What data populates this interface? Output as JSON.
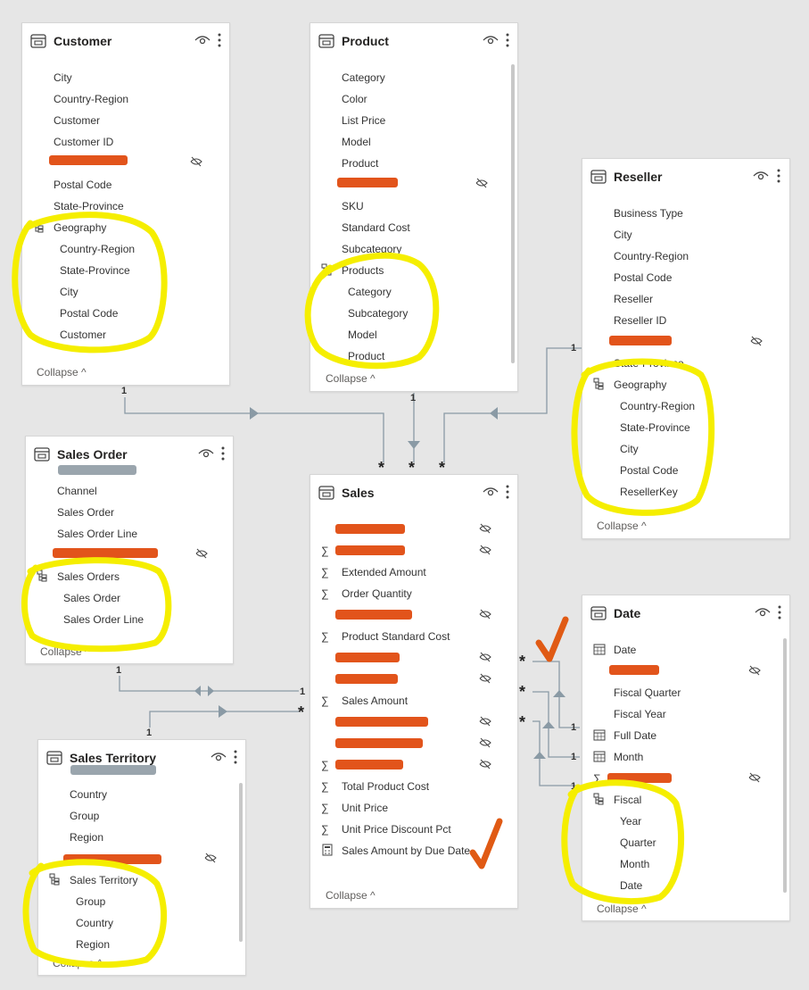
{
  "colors": {
    "highlight": "#f5ee00",
    "redaction": "#e2541b",
    "greyout": "#9aa5ad",
    "line": "#8a9aa5",
    "checkmark": "#e05a14"
  },
  "tables": {
    "customer": {
      "title": "Customer",
      "fields": [
        "City",
        "Country-Region",
        "Customer",
        "Customer ID",
        "Postal Code",
        "State-Province"
      ],
      "hierarchy": {
        "name": "Geography",
        "levels": [
          "Country-Region",
          "State-Province",
          "City",
          "Postal Code",
          "Customer"
        ]
      },
      "collapse": "Collapse"
    },
    "product": {
      "title": "Product",
      "fields": [
        "Category",
        "Color",
        "List Price",
        "Model",
        "Product",
        "SKU",
        "Standard Cost",
        "Subcategory"
      ],
      "hierarchy": {
        "name": "Products",
        "levels": [
          "Category",
          "Subcategory",
          "Model",
          "Product"
        ]
      },
      "collapse": "Collapse"
    },
    "reseller": {
      "title": "Reseller",
      "fields": [
        "Business Type",
        "City",
        "Country-Region",
        "Postal Code",
        "Reseller",
        "Reseller ID",
        "State-Province"
      ],
      "hierarchy": {
        "name": "Geography",
        "levels": [
          "Country-Region",
          "State-Province",
          "City",
          "Postal Code",
          "ResellerKey"
        ]
      },
      "collapse": "Collapse"
    },
    "sales_order": {
      "title": "Sales Order",
      "fields": [
        "Channel",
        "Sales Order",
        "Sales Order Line"
      ],
      "hierarchy": {
        "name": "Sales Orders",
        "levels": [
          "Sales Order",
          "Sales Order Line"
        ]
      },
      "collapse": "Collapse"
    },
    "sales": {
      "title": "Sales",
      "fields": [
        "Extended Amount",
        "Order Quantity",
        "Product Standard Cost",
        "Sales Amount",
        "Total Product Cost",
        "Unit Price",
        "Unit Price Discount Pct"
      ],
      "measure": "Sales Amount by Due Date",
      "collapse": "Collapse"
    },
    "date": {
      "title": "Date",
      "fields": [
        "Date",
        "Fiscal Quarter",
        "Fiscal Year",
        "Full Date",
        "Month"
      ],
      "hierarchy": {
        "name": "Fiscal",
        "levels": [
          "Year",
          "Quarter",
          "Month",
          "Date"
        ]
      },
      "collapse": "Collapse"
    },
    "sales_territory": {
      "title": "Sales Territory",
      "fields": [
        "Country",
        "Group",
        "Region"
      ],
      "hierarchy": {
        "name": "Sales Territory",
        "levels": [
          "Group",
          "Country",
          "Region"
        ]
      },
      "collapse": "Collapse"
    }
  },
  "relationships": {
    "one": "1",
    "many": "*"
  }
}
